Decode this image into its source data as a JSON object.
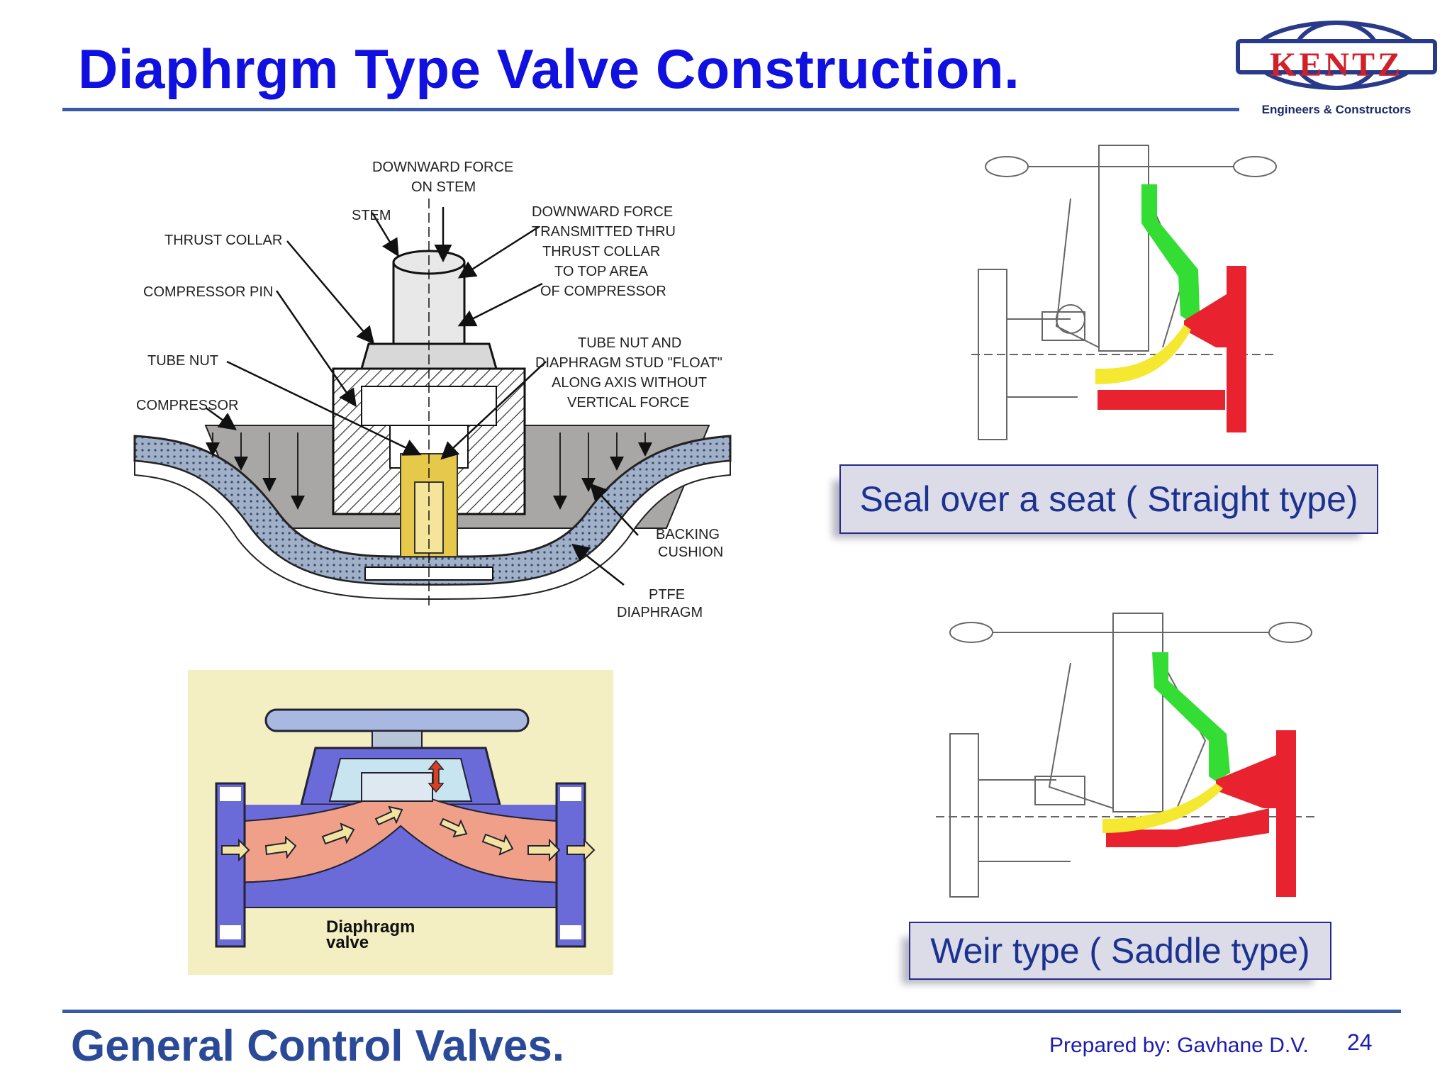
{
  "title": "Diaphrgm Type Valve Construction.",
  "logo": {
    "name": "KENTZ",
    "tagline": "Engineers & Constructors"
  },
  "diagram_labels": {
    "downward_force": [
      "DOWNWARD FORCE",
      "ON STEM"
    ],
    "stem": "STEM",
    "thrust_collar": "THRUST COLLAR",
    "compressor_pin": "COMPRESSOR PIN",
    "tube_nut": "TUBE NUT",
    "compressor": "COMPRESSOR",
    "transmitted": [
      "DOWNWARD FORCE",
      "TRANSMITTED THRU",
      "THRUST COLLAR",
      "TO TOP AREA",
      "OF COMPRESSOR"
    ],
    "float": [
      "TUBE NUT AND",
      "DIAPHRAGM STUD \"FLOAT\"",
      "ALONG AXIS WITHOUT",
      "VERTICAL FORCE"
    ],
    "backing": [
      "BACKING",
      "CUSHION"
    ],
    "ptfe": [
      "PTFE",
      "DIAPHRAGM"
    ]
  },
  "small_diagram_label": [
    "Diaphragm",
    "valve"
  ],
  "captions": {
    "straight": "Seal over a seat ( Straight type)",
    "weir": "Weir type ( Saddle type)"
  },
  "colors": {
    "title": "#1010e0",
    "footer": "#2a4a98",
    "rule": "#3a5aa8",
    "seal_green": "#33dd33",
    "body_red": "#e8222e",
    "diaphragm_yellow": "#f5e830"
  },
  "footer": {
    "title": "General Control Valves.",
    "credit": "Prepared by: Gavhane D.V.",
    "page": "24"
  }
}
